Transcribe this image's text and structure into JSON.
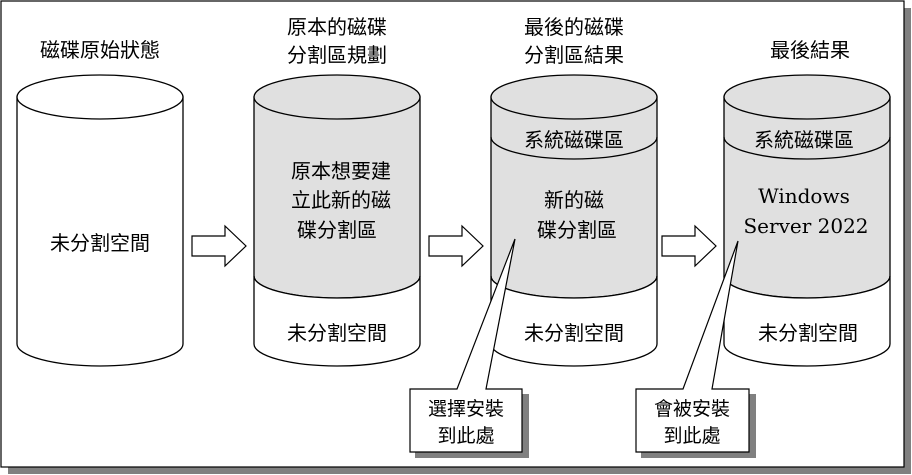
{
  "stages": [
    {
      "title_lines": [
        "磁碟原始狀態"
      ],
      "segments": [
        {
          "lines": [
            "未分割空間"
          ],
          "shaded": false
        }
      ]
    },
    {
      "title_lines": [
        "原本的磁碟",
        "分割區規劃"
      ],
      "segments": [
        {
          "lines": [
            "原本想要建",
            "立此新的磁",
            "碟分割區"
          ],
          "shaded": true
        },
        {
          "lines": [
            "未分割空間"
          ],
          "shaded": false
        }
      ]
    },
    {
      "title_lines": [
        "最後的磁碟",
        "分割區結果"
      ],
      "segments": [
        {
          "lines": [
            "系統磁碟區"
          ],
          "shaded": true
        },
        {
          "lines": [
            "新的磁",
            "碟分割區"
          ],
          "shaded": true
        },
        {
          "lines": [
            "未分割空間"
          ],
          "shaded": false
        }
      ]
    },
    {
      "title_lines": [
        "最後結果"
      ],
      "segments": [
        {
          "lines": [
            "系統磁碟區"
          ],
          "shaded": true
        },
        {
          "lines": [
            "Windows",
            "Server 2022"
          ],
          "shaded": true
        },
        {
          "lines": [
            "未分割空間"
          ],
          "shaded": false
        }
      ]
    }
  ],
  "callouts": [
    {
      "lines": [
        "選擇安裝",
        "到此處"
      ]
    },
    {
      "lines": [
        "會被安裝",
        "到此處"
      ]
    }
  ],
  "colors": {
    "shaded": "#e0e0e0",
    "stroke": "#000000",
    "frame_shadow": "#808080"
  }
}
